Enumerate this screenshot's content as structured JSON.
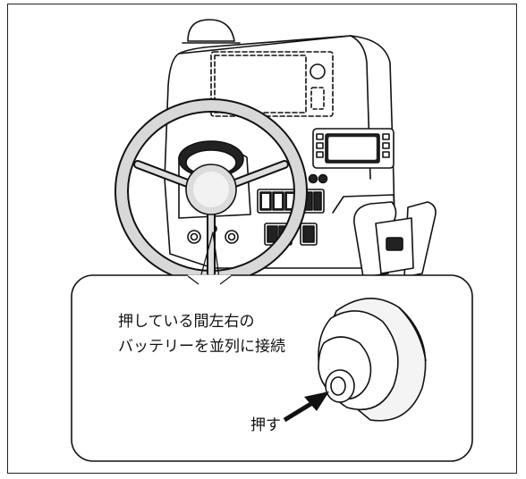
{
  "callout": {
    "line1": "押している間左右の",
    "line2": "バッテリーを並列に接続",
    "push_label": "押す"
  }
}
